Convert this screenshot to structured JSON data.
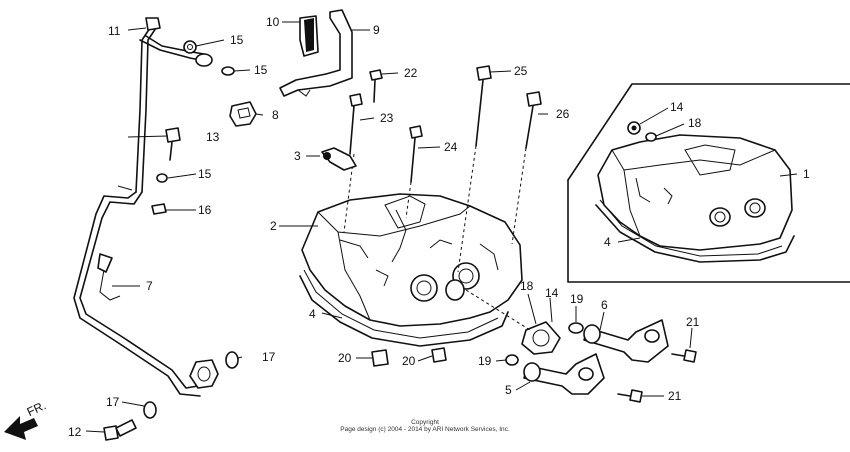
{
  "callouts": {
    "c1": "1",
    "c2": "2",
    "c3": "3",
    "c4a": "4",
    "c4b": "4",
    "c5": "5",
    "c6": "6",
    "c7": "7",
    "c8": "8",
    "c9": "9",
    "c10": "10",
    "c11": "11",
    "c12": "12",
    "c13": "13",
    "c14a": "14",
    "c14b": "14",
    "c15a": "15",
    "c15b": "15",
    "c15c": "15",
    "c16": "16",
    "c17a": "17",
    "c17b": "17",
    "c18a": "18",
    "c18b": "18",
    "c19a": "19",
    "c19b": "19",
    "c20a": "20",
    "c20b": "20",
    "c21a": "21",
    "c21b": "21",
    "c22": "22",
    "c23": "23",
    "c24": "24",
    "c25": "25",
    "c26": "26"
  },
  "direction_label": "FR.",
  "footer": {
    "line1": "Copyright",
    "line2": "Page design (c) 2004 - 2014 by ARI Network Services, Inc."
  }
}
